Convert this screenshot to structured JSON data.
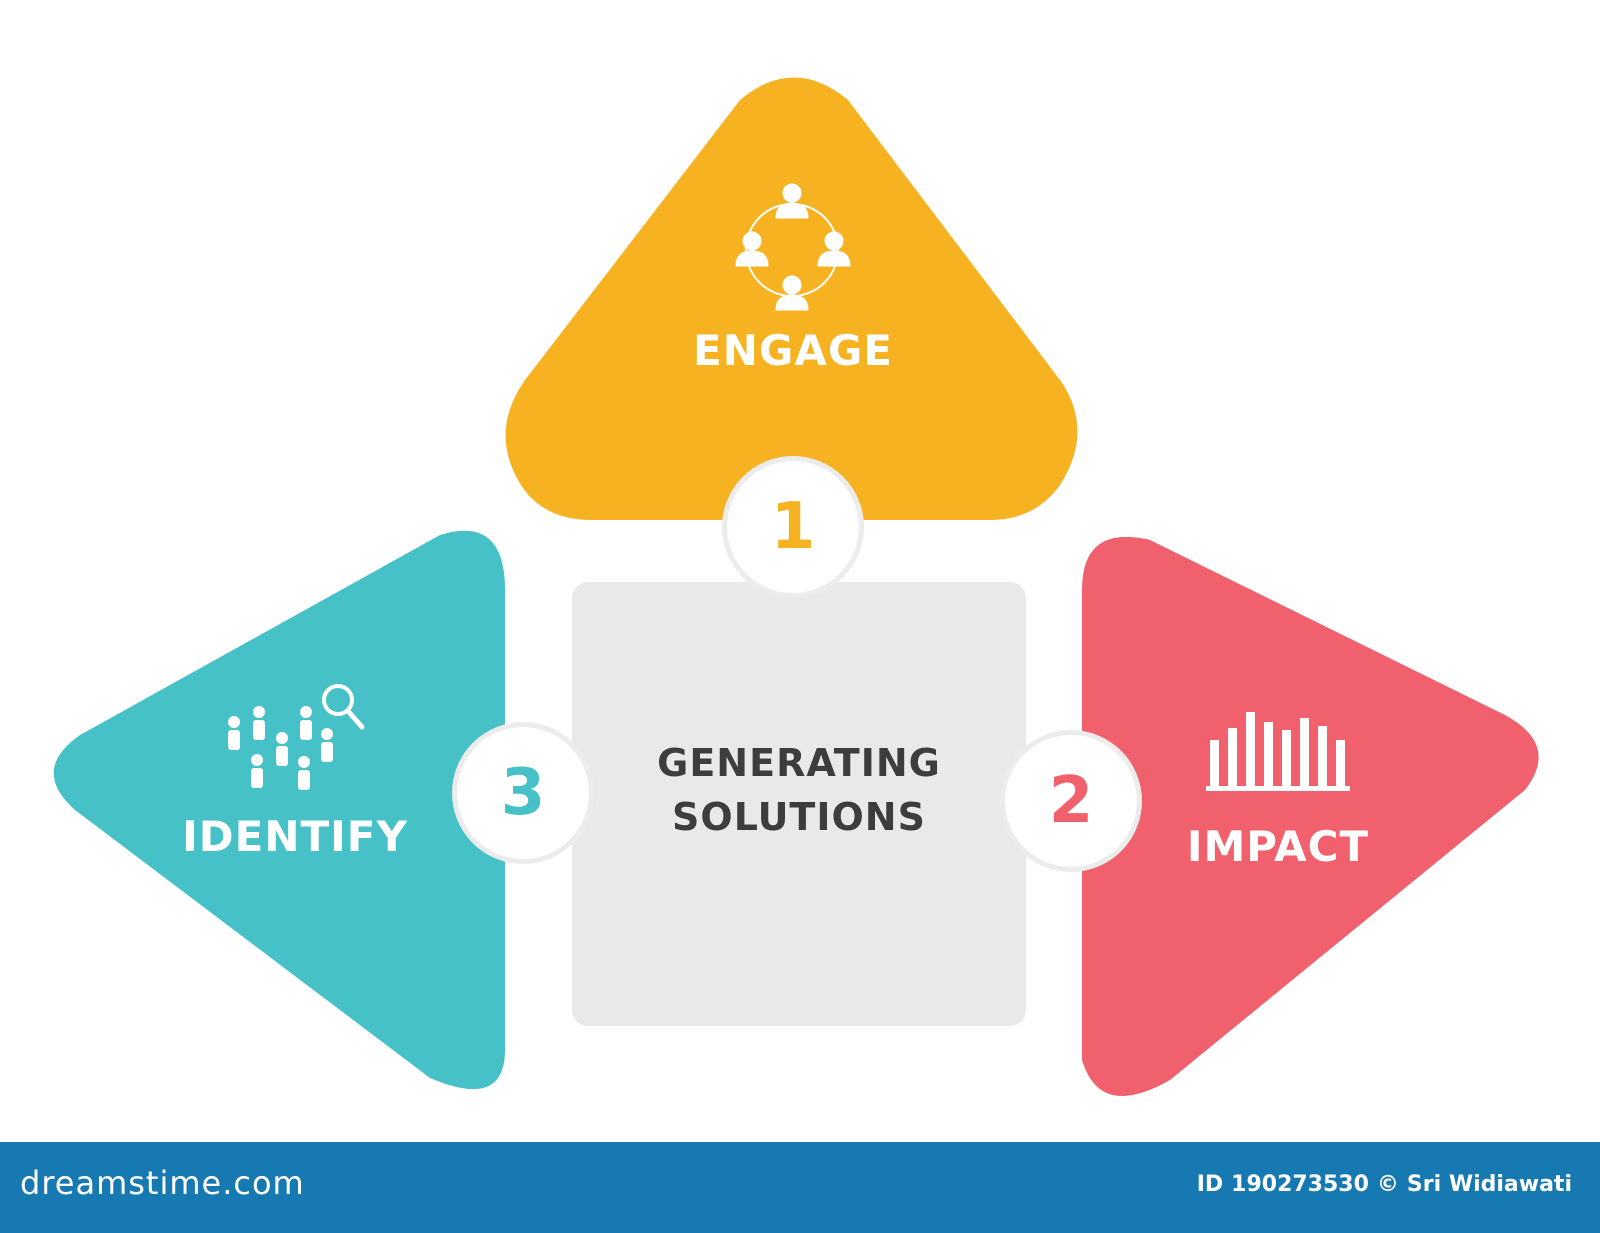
{
  "diagram": {
    "center": {
      "line1": "GENERATING",
      "line2": "SOLUTIONS"
    },
    "steps": [
      {
        "number": "1",
        "label": "ENGAGE",
        "color": "#f6b221",
        "icon": "people-circle-icon"
      },
      {
        "number": "2",
        "label": "IMPACT",
        "color": "#f0616d",
        "icon": "bar-chart-icon"
      },
      {
        "number": "3",
        "label": "IDENTIFY",
        "color": "#47c1c8",
        "icon": "crowd-search-icon"
      }
    ],
    "center_color": "#e9e9ea",
    "center_text_color": "#3d3d3d"
  },
  "footer": {
    "brand": "dreamstime.com",
    "id_label": "ID",
    "id_value": "190273530",
    "copyright": "©",
    "author": "Sri Widiawati",
    "color": "#1679b1"
  }
}
